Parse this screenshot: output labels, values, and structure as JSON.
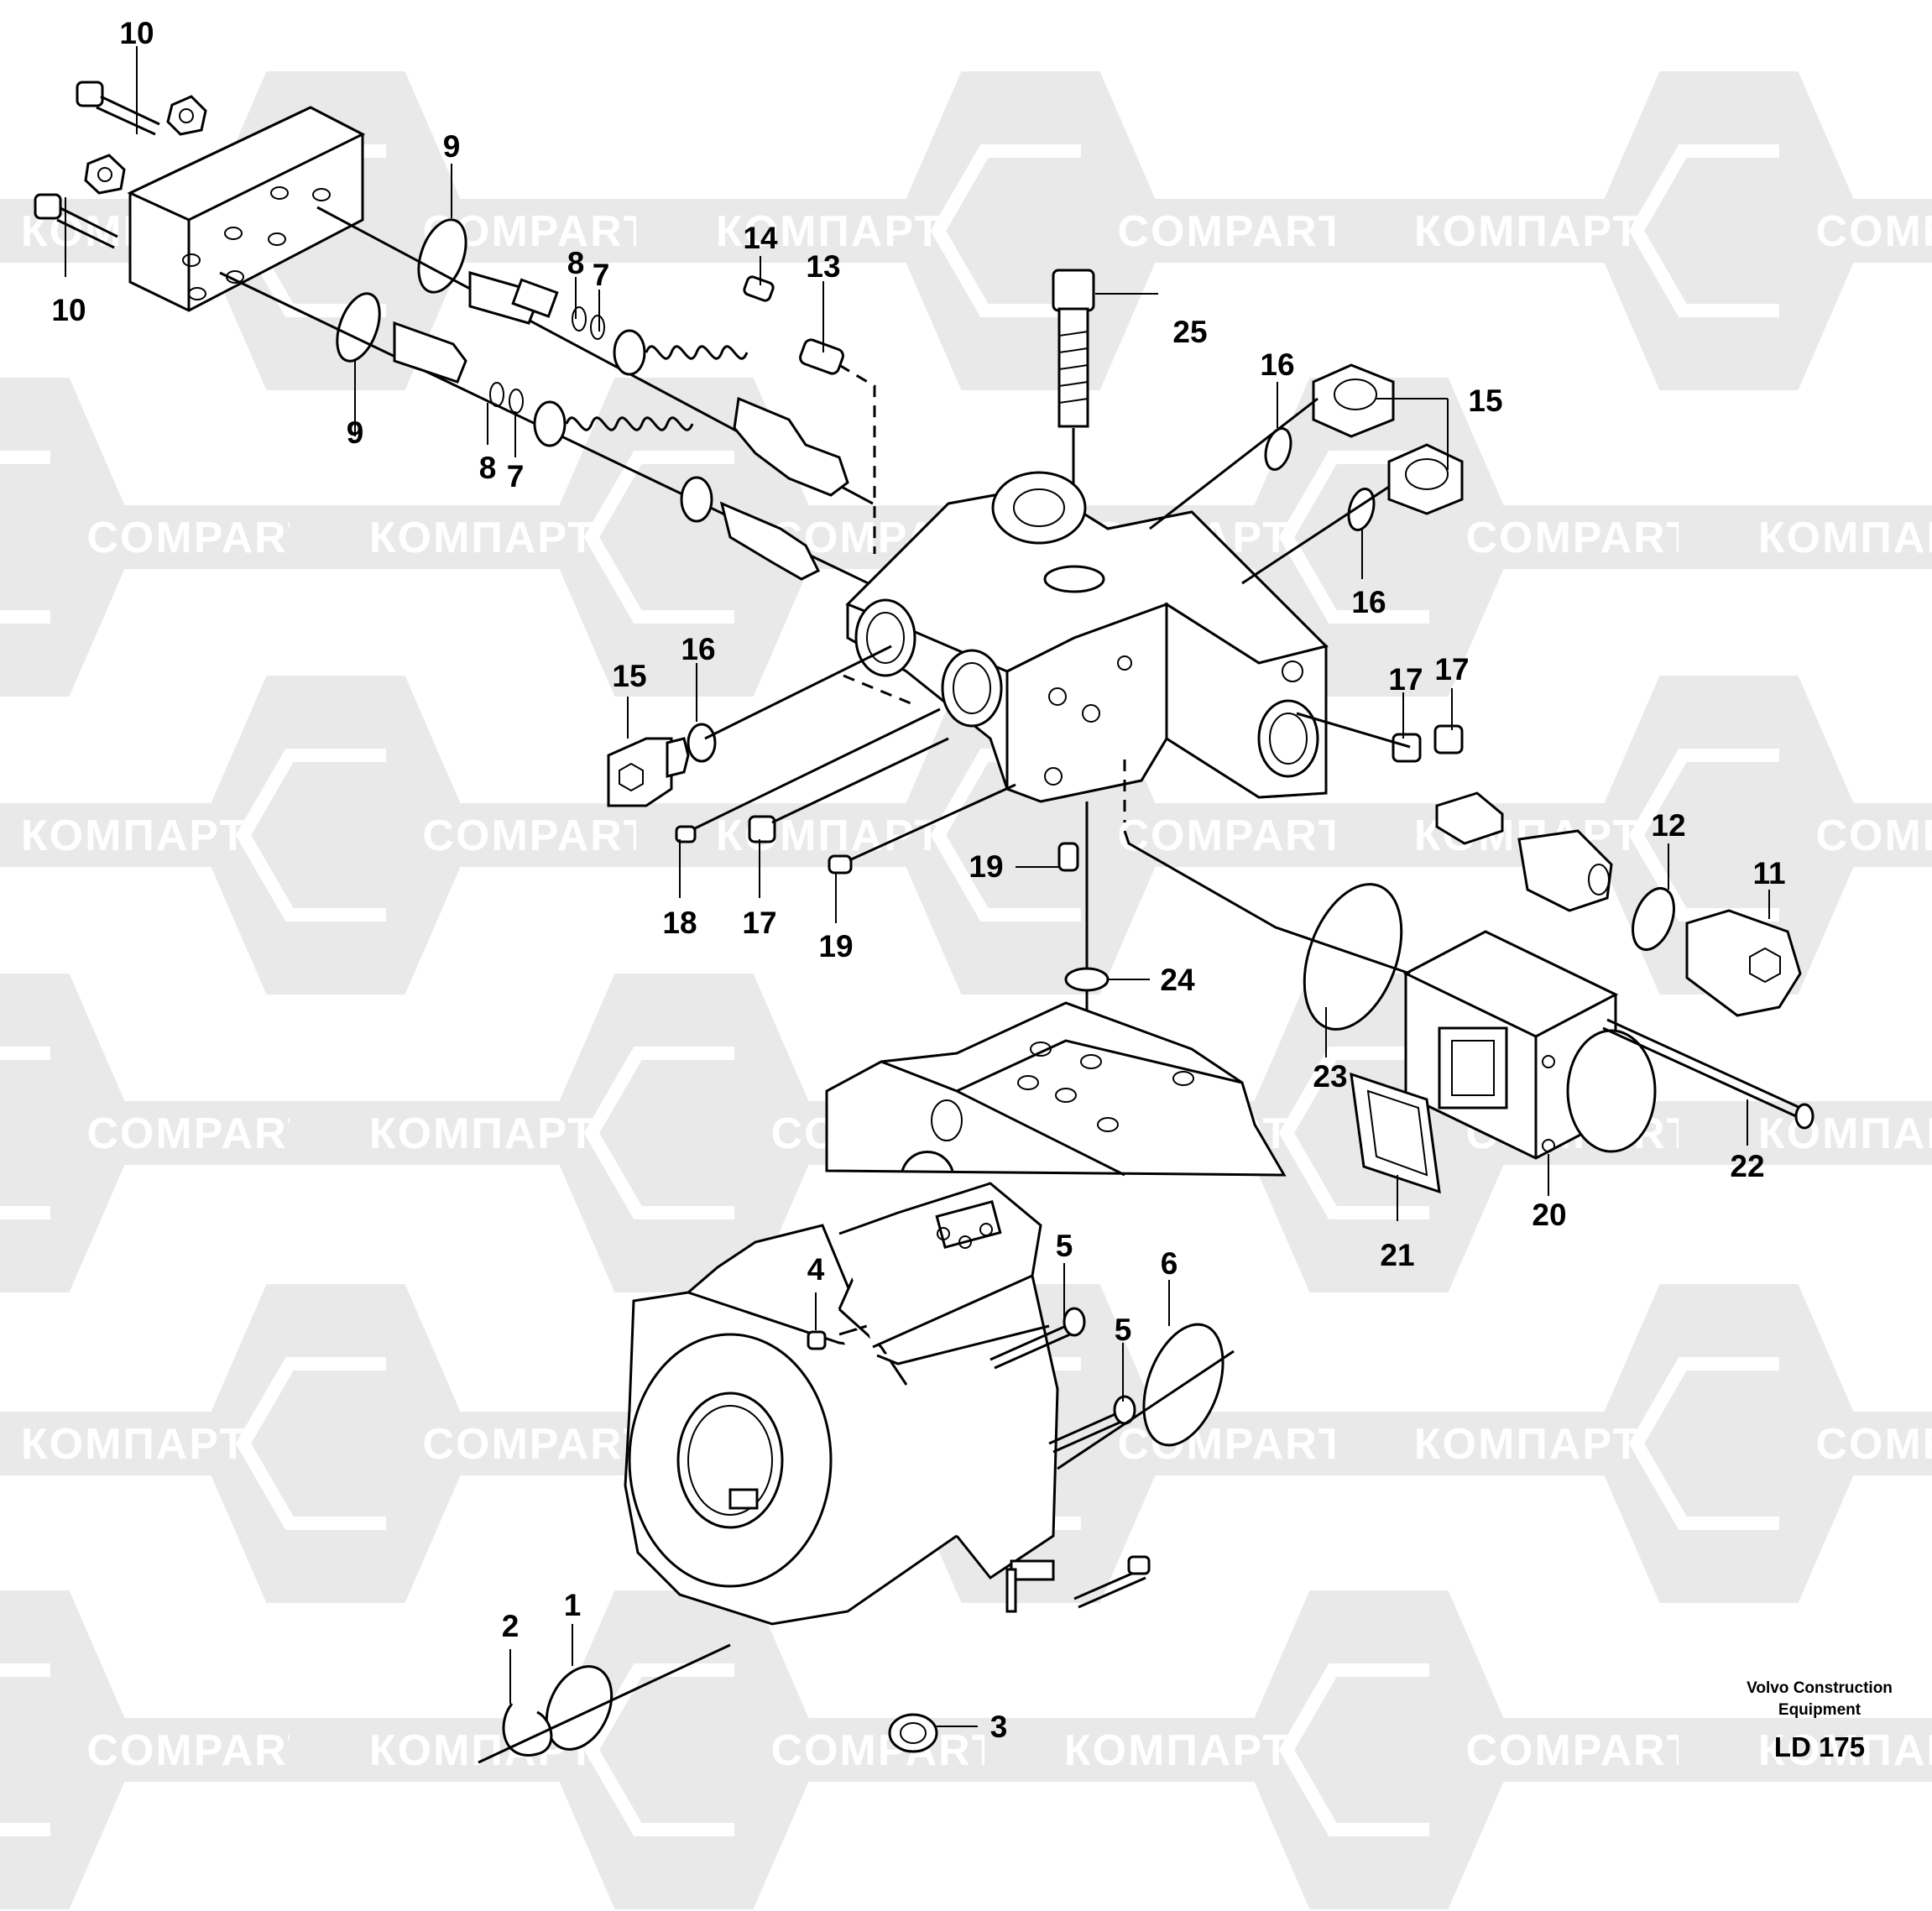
{
  "watermark": {
    "text_latin": "COMPART",
    "text_cyrillic": "КОМПАРТ"
  },
  "callouts": [
    {
      "id": "c10a",
      "label": "10"
    },
    {
      "id": "c10b",
      "label": "10"
    },
    {
      "id": "c9a",
      "label": "9"
    },
    {
      "id": "c9b",
      "label": "9"
    },
    {
      "id": "c8a",
      "label": "8"
    },
    {
      "id": "c7a",
      "label": "7"
    },
    {
      "id": "c8b",
      "label": "8"
    },
    {
      "id": "c7b",
      "label": "7"
    },
    {
      "id": "c14",
      "label": "14"
    },
    {
      "id": "c13",
      "label": "13"
    },
    {
      "id": "c25",
      "label": "25"
    },
    {
      "id": "c16a",
      "label": "16"
    },
    {
      "id": "c15a",
      "label": "15"
    },
    {
      "id": "c16b",
      "label": "16"
    },
    {
      "id": "c16c",
      "label": "16"
    },
    {
      "id": "c15b",
      "label": "15"
    },
    {
      "id": "c17a",
      "label": "17"
    },
    {
      "id": "c17b",
      "label": "17"
    },
    {
      "id": "c12",
      "label": "12"
    },
    {
      "id": "c11",
      "label": "11"
    },
    {
      "id": "c19a",
      "label": "19"
    },
    {
      "id": "c18",
      "label": "18"
    },
    {
      "id": "c17c",
      "label": "17"
    },
    {
      "id": "c19b",
      "label": "19"
    },
    {
      "id": "c24",
      "label": "24"
    },
    {
      "id": "c23",
      "label": "23"
    },
    {
      "id": "c22",
      "label": "22"
    },
    {
      "id": "c20",
      "label": "20"
    },
    {
      "id": "c21",
      "label": "21"
    },
    {
      "id": "c4",
      "label": "4"
    },
    {
      "id": "c5a",
      "label": "5"
    },
    {
      "id": "c6",
      "label": "6"
    },
    {
      "id": "c5b",
      "label": "5"
    },
    {
      "id": "c2",
      "label": "2"
    },
    {
      "id": "c1",
      "label": "1"
    },
    {
      "id": "c3",
      "label": "3"
    }
  ],
  "footer": {
    "brand_line1": "Volvo Construction",
    "brand_line2": "Equipment",
    "drawing_code": "LD 175"
  }
}
